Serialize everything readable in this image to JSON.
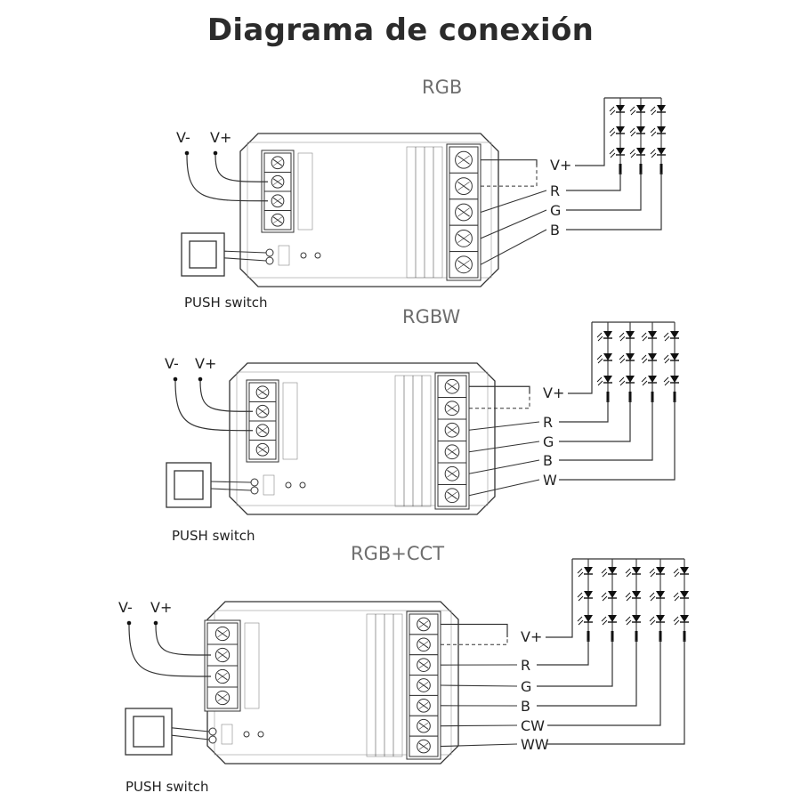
{
  "title": "Diagrama de conexión",
  "input": {
    "vneg": "V-",
    "vpos": "V+"
  },
  "push_switch_label": "PUSH switch",
  "sections": [
    {
      "name": "RGB",
      "outputs": [
        "V+",
        "R",
        "G",
        "B"
      ],
      "led_strings": 3
    },
    {
      "name": "RGBW",
      "outputs": [
        "V+",
        "R",
        "G",
        "B",
        "W"
      ],
      "led_strings": 4
    },
    {
      "name": "RGB+CCT",
      "outputs": [
        "V+",
        "R",
        "G",
        "B",
        "CW",
        "WW"
      ],
      "led_strings": 5
    }
  ]
}
